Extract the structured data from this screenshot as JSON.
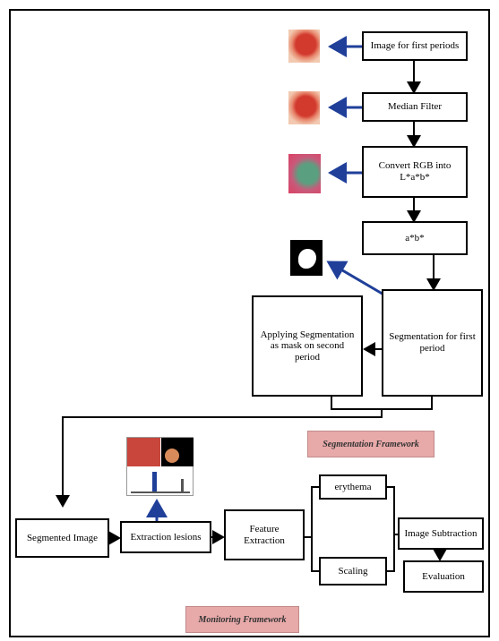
{
  "nodes": {
    "image_first": "Image for first periods",
    "median_filter": "Median Filter",
    "convert_rgb": "Convert RGB into L*a*b*",
    "ab": "a*b*",
    "segmentation_first": "Segmentation for first period",
    "applying_seg": "Applying Segmentation as mask on second period",
    "segmented_image": "Segmented Image",
    "extraction_lesions": "Extraction lesions",
    "feature_extraction": "Feature Extraction",
    "erythema": "erythema",
    "scaling": "Scaling",
    "image_subtraction": "Image Subtraction",
    "evaluation": "Evaluation"
  },
  "labels": {
    "segmentation_framework": "Segmentation Framework",
    "monitoring_framework": "Monitoring Framework"
  },
  "colors": {
    "arrow_blue": "#1f3f99",
    "label_bg": "#e8a9a9"
  }
}
